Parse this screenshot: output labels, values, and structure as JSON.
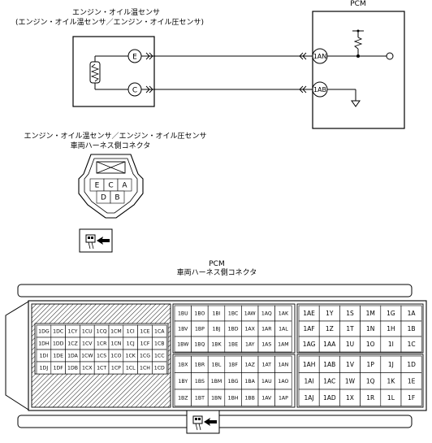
{
  "sensor": {
    "title": "エンジン・オイル温センサ",
    "subtitle": "(エンジン・オイル温センサ／エンジン・オイル圧センサ)",
    "pin_e": "E",
    "pin_c": "C"
  },
  "pcm_block": {
    "title": "PCM",
    "pin_1an": "1AN",
    "pin_1ab": "1AB"
  },
  "sensor_connector": {
    "title_line1": "エンジン・オイル温センサ／エンジン・オイル圧センサ",
    "title_line2": "車両ハーネス側コネクタ",
    "row1": [
      "E",
      "C",
      "A"
    ],
    "row2": [
      "D",
      "B"
    ]
  },
  "pcm_connector": {
    "title_line1": "PCM",
    "title_line2": "車両ハーネス側コネクタ",
    "left_block": [
      [
        "1DG",
        "1DC",
        "1CY",
        "1CU",
        "1CQ",
        "1CM",
        "1CI",
        "1CE",
        "1CA"
      ],
      [
        "1DH",
        "1DD",
        "1CZ",
        "1CV",
        "1CR",
        "1CN",
        "1CJ",
        "1CF",
        "1CB"
      ],
      [
        "1DI",
        "1DE",
        "1DA",
        "1CW",
        "1CS",
        "1CO",
        "1CK",
        "1CG",
        "1CC"
      ],
      [
        "1DJ",
        "1DF",
        "1DB",
        "1CX",
        "1CT",
        "1CP",
        "1CL",
        "1CH",
        "1CD"
      ]
    ],
    "middle_top": [
      [
        "1BU",
        "1BO",
        "1BI",
        "1BC",
        "1AW",
        "1AQ",
        "1AK"
      ],
      [
        "1BV",
        "1BP",
        "1BJ",
        "1BD",
        "1AX",
        "1AR",
        "1AL"
      ],
      [
        "1BW",
        "1BQ",
        "1BK",
        "1BE",
        "1AY",
        "1AS",
        "1AM"
      ]
    ],
    "middle_bottom": [
      [
        "1BX",
        "1BR",
        "1BL",
        "1BF",
        "1AZ",
        "1AT",
        "1AN"
      ],
      [
        "1BY",
        "1BS",
        "1BM",
        "1BG",
        "1BA",
        "1AU",
        "1AO"
      ],
      [
        "1BZ",
        "1BT",
        "1BN",
        "1BH",
        "1BB",
        "1AV",
        "1AP"
      ]
    ],
    "right_top": [
      [
        "1AE",
        "1Y",
        "1S",
        "1M",
        "1G",
        "1A"
      ],
      [
        "1AF",
        "1Z",
        "1T",
        "1N",
        "1H",
        "1B"
      ],
      [
        "1AG",
        "1AA",
        "1U",
        "1O",
        "1I",
        "1C"
      ]
    ],
    "right_bottom": [
      [
        "1AH",
        "1AB",
        "1V",
        "1P",
        "1J",
        "1D"
      ],
      [
        "1AI",
        "1AC",
        "1W",
        "1Q",
        "1K",
        "1E"
      ],
      [
        "1AJ",
        "1AD",
        "1X",
        "1R",
        "1L",
        "1F"
      ]
    ]
  }
}
